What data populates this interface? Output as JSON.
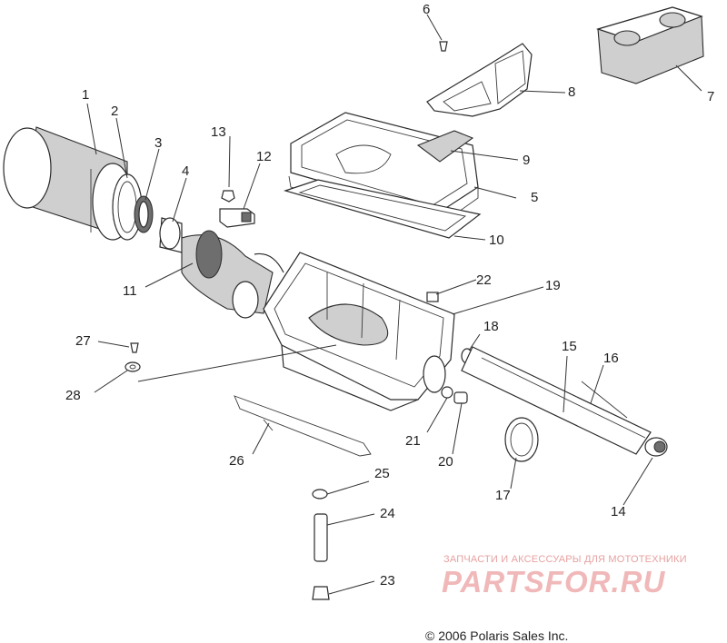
{
  "diagram": {
    "callouts": [
      {
        "id": "c1",
        "text": "1"
      },
      {
        "id": "c2",
        "text": "2"
      },
      {
        "id": "c3",
        "text": "3"
      },
      {
        "id": "c4",
        "text": "4"
      },
      {
        "id": "c5",
        "text": "5"
      },
      {
        "id": "c6",
        "text": "6"
      },
      {
        "id": "c7",
        "text": "7"
      },
      {
        "id": "c8",
        "text": "8"
      },
      {
        "id": "c9",
        "text": "9"
      },
      {
        "id": "c10",
        "text": "10"
      },
      {
        "id": "c11",
        "text": "11"
      },
      {
        "id": "c12",
        "text": "12"
      },
      {
        "id": "c13",
        "text": "13"
      },
      {
        "id": "c14",
        "text": "14"
      },
      {
        "id": "c15",
        "text": "15"
      },
      {
        "id": "c16",
        "text": "16"
      },
      {
        "id": "c17",
        "text": "17"
      },
      {
        "id": "c18",
        "text": "18"
      },
      {
        "id": "c19",
        "text": "19"
      },
      {
        "id": "c20",
        "text": "20"
      },
      {
        "id": "c21",
        "text": "21"
      },
      {
        "id": "c22",
        "text": "22"
      },
      {
        "id": "c23",
        "text": "23"
      },
      {
        "id": "c24",
        "text": "24"
      },
      {
        "id": "c25",
        "text": "25"
      },
      {
        "id": "c26",
        "text": "26"
      },
      {
        "id": "c27",
        "text": "27"
      },
      {
        "id": "c28",
        "text": "28"
      }
    ],
    "copyright": "© 2006 Polaris Sales Inc."
  },
  "watermark": {
    "caption": "ЗАПЧАСТИ И АКСЕССУАРЫ ДЛЯ МОТОТЕХНИКИ",
    "logo": "PARTSFOR.RU",
    "color": "#f0b8b8"
  },
  "colors": {
    "line": "#2a2a2a",
    "background": "#ffffff",
    "part_shade": "#cfcfcf"
  }
}
